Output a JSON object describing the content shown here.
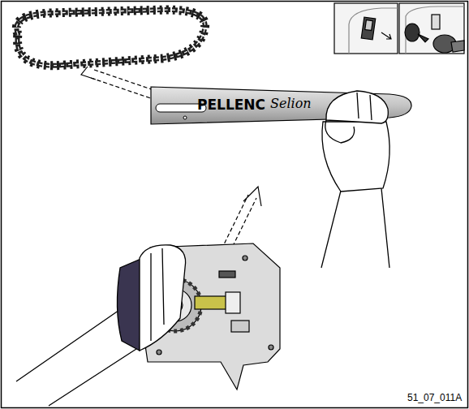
{
  "diagram": {
    "labels": [
      "PELLENC",
      "Selion",
      "51_07_011A"
    ]
  }
}
